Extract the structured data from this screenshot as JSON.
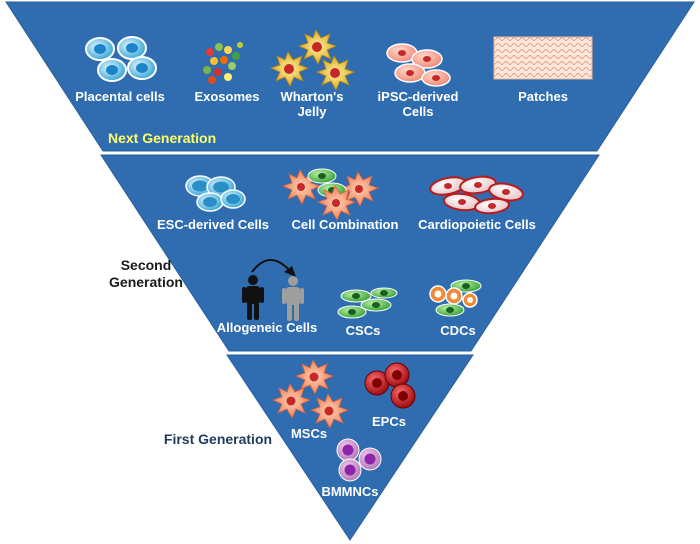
{
  "colors": {
    "pyramid": "#2f6db0",
    "pyramid_edge": "#2a5f99",
    "divider": "#ffffff",
    "next_generation_text": "#ffff66",
    "side_text": "#1a1a1a",
    "first_text": "#1f3a5f"
  },
  "tiers": {
    "next": {
      "heading": "Next Generation",
      "items": {
        "placental": "Placental cells",
        "exosomes": "Exosomes",
        "wharton_1": "Wharton's",
        "wharton_2": "Jelly",
        "ipsc_1": "iPSC-derived",
        "ipsc_2": "Cells",
        "patches": "Patches"
      }
    },
    "second": {
      "heading_1": "Second",
      "heading_2": "Generation",
      "items": {
        "esc": "ESC-derived Cells",
        "combination": "Cell Combination",
        "cardiopoietic": "Cardiopoietic Cells",
        "allogeneic": "Allogeneic Cells",
        "cscs": "CSCs",
        "cdcs": "CDCs"
      }
    },
    "first": {
      "heading": "First Generation",
      "items": {
        "mscs": "MSCs",
        "epcs": "EPCs",
        "bmmncs": "BMMNCs"
      }
    }
  },
  "icons": [
    "placental-cell-icon",
    "exosome-icon",
    "wharton-jelly-cell-icon",
    "ipsc-cell-icon",
    "patch-mesh-icon",
    "esc-cell-icon",
    "cell-combination-icon",
    "cardiopoietic-cell-icon",
    "human-figure-icon",
    "transfer-arrow-icon",
    "csc-cell-icon",
    "cdc-cell-icon",
    "msc-cell-icon",
    "epc-cell-icon",
    "bmmnc-cell-icon"
  ]
}
